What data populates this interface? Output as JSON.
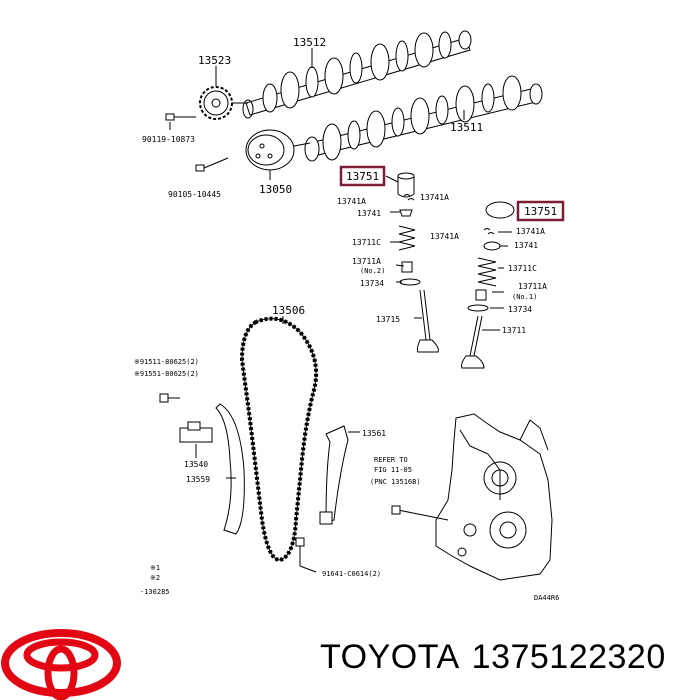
{
  "colors": {
    "highlight": "#7a1d35",
    "logo": "#e30613",
    "line": "#000000"
  },
  "labels": {
    "p13523": "13523",
    "p13512": "13512",
    "p90119": "90119-10873",
    "p13511": "13511",
    "p90105": "90105-10445",
    "p13050": "13050",
    "p13751a": "13751",
    "p13751b": "13751",
    "p13741a_1": "13741A",
    "p13741a_2": "13741A",
    "p13741_1": "13741",
    "p13741a_3": "13741A",
    "p13741a_4": "13741A",
    "p13741_2": "13741",
    "p13711c_1": "13711C",
    "p13711c_2": "13711C",
    "p13711a_1": "13711A",
    "p13711a_1_sub": "(No.2)",
    "p13711a_2": "13711A",
    "p13711a_2_sub": "(No.1)",
    "p13734_1": "13734",
    "p13734_2": "13734",
    "p13715": "13715",
    "p13711": "13711",
    "p13506": "13506",
    "p91511": "※91511-80625(2)",
    "p91551": "※91551-80625(2)",
    "p13561": "13561",
    "p13540": "13540",
    "p13559": "13559",
    "refer1": "REFER TO",
    "refer2": "FIG 11-05",
    "refer3": "(PNC 13516B)",
    "p91641": "91641-C0614(2)",
    "note1": "※1",
    "note2": "※2",
    "p130285": "-130285",
    "code": "DA44R6"
  },
  "footer": {
    "brand": "TOYOTA",
    "part_number": "1375122320"
  }
}
